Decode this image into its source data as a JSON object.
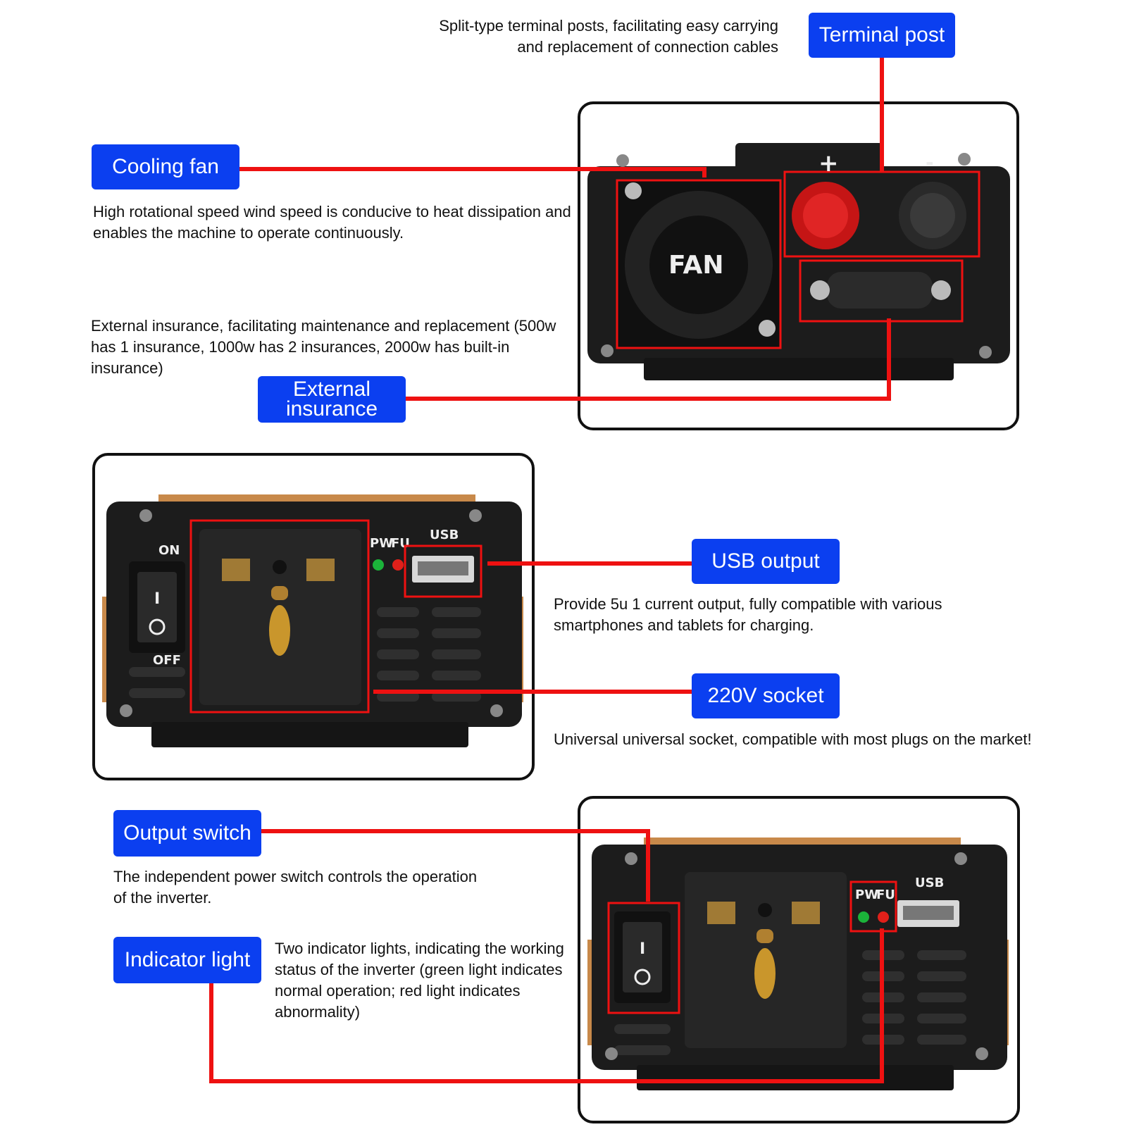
{
  "terminal": {
    "label": "Terminal post",
    "description": "Split-type terminal posts, facilitating easy carrying and replacement of connection cables"
  },
  "cooling_fan": {
    "label": "Cooling fan",
    "description": "High rotational speed wind speed is conducive to heat dissipation and enables the machine to operate continuously."
  },
  "insurance": {
    "label": "External insurance",
    "description": "External insurance, facilitating maintenance and replacement (500w has 1 insurance, 1000w has 2 insurances, 2000w has built-in insurance)"
  },
  "usb": {
    "label": "USB output",
    "description": "Provide 5u 1 current output, fully compatible with various smartphones and tablets for charging."
  },
  "socket": {
    "label": "220V socket",
    "description": "Universal universal socket, compatible with most plugs on the market!"
  },
  "output_switch": {
    "label": "Output switch",
    "description": "The independent power switch controls the operation of the inverter."
  },
  "indicator": {
    "label": "Indicator light",
    "description": "Two indicator lights, indicating the working status of the inverter (green light indicates normal operation; red light indicates abnormality)"
  },
  "device_labels": {
    "fan": "FAN",
    "plus": "+",
    "minus": "-",
    "on": "ON",
    "off": "OFF",
    "pw": "PW",
    "fu": "FU",
    "usb": "USB"
  },
  "colors": {
    "tag_blue": "#0b3ff0",
    "callout_red": "#ee1111",
    "device_black": "#1c1c1c",
    "heatsink_copper": "#c8894a"
  }
}
